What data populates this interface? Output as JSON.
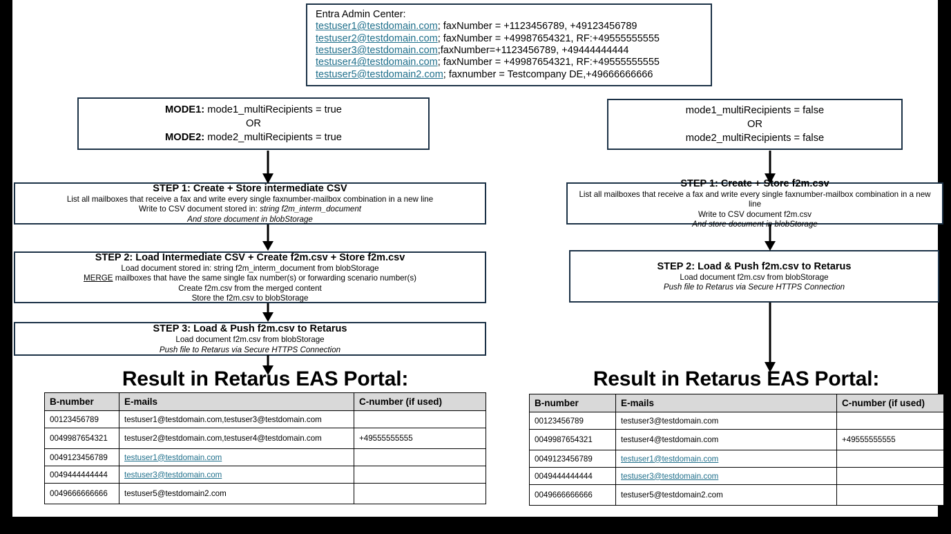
{
  "entra": {
    "heading": "Entra Admin Center:",
    "lines": [
      {
        "mail": "testuser1@testdomain.com",
        "rest": "; faxNumber = +1123456789, +49123456789"
      },
      {
        "mail": "testuser2@testdomain.com",
        "rest": "; faxNumber = +49987654321, RF:+49555555555"
      },
      {
        "mail": "testuser3@testdomain.com",
        "rest": ";faxNumber=+1123456789, +49444444444"
      },
      {
        "mail": "testuser4@testdomain.com",
        "rest": "; faxNumber = +49987654321, RF:+49555555555"
      },
      {
        "mail": "testuser5@testdomain2.com",
        "rest": "; faxnumber = Testcompany DE,+49666666666"
      }
    ]
  },
  "mode_left": {
    "label1": "MODE1:",
    "cond1": " mode1_multiRecipients = true",
    "or": "OR",
    "label2": "MODE2:",
    "cond2": " mode2_multiRecipients = true"
  },
  "mode_right": {
    "cond1": "mode1_multiRecipients = false",
    "or": "OR",
    "cond2": "mode2_multiRecipients = false"
  },
  "left_flow": {
    "step1": {
      "title": "STEP 1: Create + Store  intermediate CSV",
      "sub1": "List all mailboxes that receive a fax and write every single faxnumber-mailbox combination in a new line",
      "sub2_plain": "Write to CSV document stored in: ",
      "sub2_ital": "string f2m_interm_document",
      "sub3": "And store document in blobStorage"
    },
    "step2": {
      "title": "STEP 2: Load Intermediate CSV + Create f2m.csv + Store f2m.csv",
      "sub1": "Load document stored in: string f2m_interm_document from blobStorage",
      "sub2_uline": "MERGE",
      "sub2_rest": " mailboxes that have the same single fax number(s) or forwarding scenario number(s)",
      "sub3": "Create f2m.csv from the merged content",
      "sub4": "Store the f2m.csv to blobStorage"
    },
    "step3": {
      "title": "STEP 3: Load & Push f2m.csv to Retarus",
      "sub1": "Load document f2m.csv from blobStorage",
      "sub2": "Push file to Retarus via Secure HTTPS Connection"
    }
  },
  "right_flow": {
    "step1": {
      "title": "STEP 1: Create + Store  f2m.csv",
      "sub1": "List all mailboxes that receive a fax and write every single faxnumber-mailbox combination in a new line",
      "sub2": "Write to CSV document f2m.csv",
      "sub3": "And store document in blobStorage"
    },
    "step2": {
      "title": "STEP 2: Load & Push f2m.csv to Retarus",
      "sub1": "Load document f2m.csv from blobStorage",
      "sub2": "Push file to Retarus via Secure HTTPS Connection"
    }
  },
  "result_left": {
    "title": "Result in Retarus EAS Portal:",
    "columns": [
      "B-number",
      "E-mails",
      "C-number (if used)"
    ],
    "rows": [
      {
        "b": "00123456789",
        "emails": "testuser1@testdomain.com,testuser3@testdomain.com",
        "link": false,
        "c": ""
      },
      {
        "b": "0049987654321",
        "emails": "testuser2@testdomain.com,testuser4@testdomain.com",
        "link": false,
        "c": "+49555555555"
      },
      {
        "b": "0049123456789",
        "emails": "testuser1@testdomain.com",
        "link": true,
        "c": ""
      },
      {
        "b": "0049444444444",
        "emails": "testuser3@testdomain.com",
        "link": true,
        "c": ""
      },
      {
        "b": "0049666666666",
        "emails": "testuser5@testdomain2.com",
        "link": false,
        "c": ""
      }
    ]
  },
  "result_right": {
    "title": "Result in Retarus EAS Portal:",
    "columns": [
      "B-number",
      "E-mails",
      "C-number (if used)"
    ],
    "rows": [
      {
        "b": "00123456789",
        "emails": "testuser3@testdomain.com",
        "link": false,
        "c": ""
      },
      {
        "b": "0049987654321",
        "emails": "testuser4@testdomain.com",
        "link": false,
        "c": "+49555555555"
      },
      {
        "b": "0049123456789",
        "emails": "testuser1@testdomain.com",
        "link": true,
        "c": ""
      },
      {
        "b": "0049444444444",
        "emails": "testuser3@testdomain.com",
        "link": true,
        "c": ""
      },
      {
        "b": "0049666666666",
        "emails": "testuser5@testdomain2.com",
        "link": false,
        "c": ""
      }
    ]
  },
  "colors": {
    "box_border": "#1b3146",
    "link": "#1f6f8b",
    "header_fill": "#d9d9d9",
    "canvas": "#000000"
  }
}
